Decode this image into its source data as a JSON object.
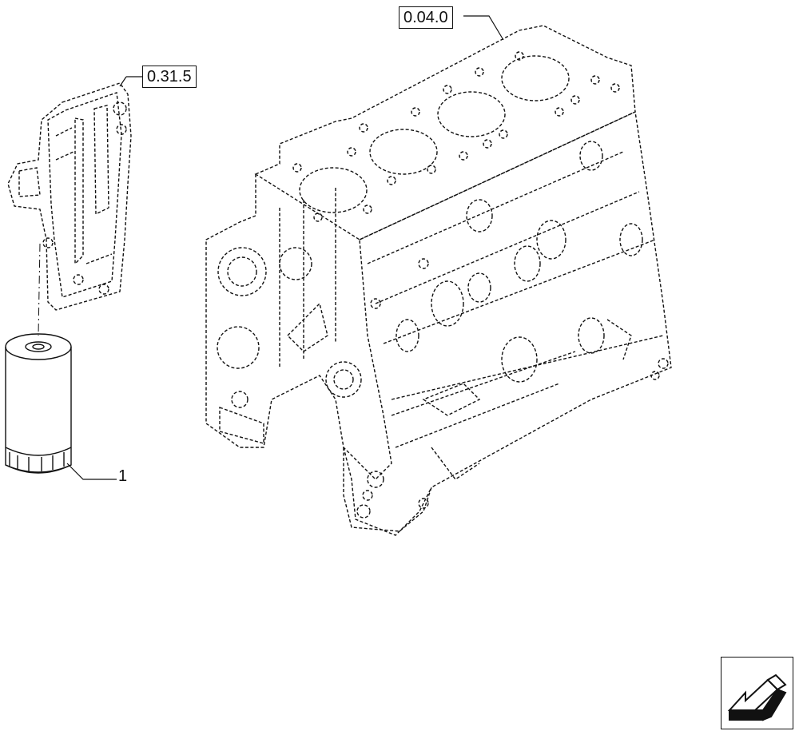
{
  "references": {
    "filter_head_ref": "0.31.5",
    "engine_block_ref": "0.04.0"
  },
  "callouts": {
    "oil_filter_item": "1"
  },
  "icons": {
    "navigation": "back-arrow-icon"
  },
  "colors": {
    "line": "#111111",
    "background": "#ffffff"
  }
}
